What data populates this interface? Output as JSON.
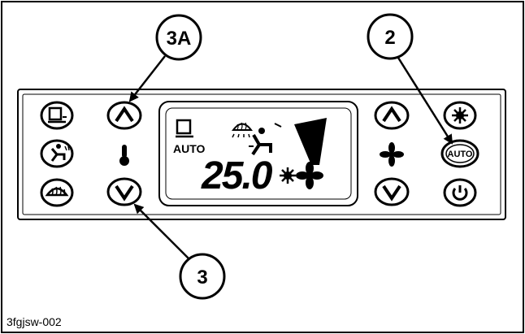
{
  "callouts": {
    "temp_up": "3A",
    "auto_button": "2",
    "temp_down": "3"
  },
  "display": {
    "mode": "AUTO",
    "temperature": "25.0"
  },
  "buttons": {
    "auto_label": "AUTO"
  },
  "caption": "3fgjsw-002",
  "colors": {
    "line": "#000000",
    "background": "#ffffff"
  }
}
